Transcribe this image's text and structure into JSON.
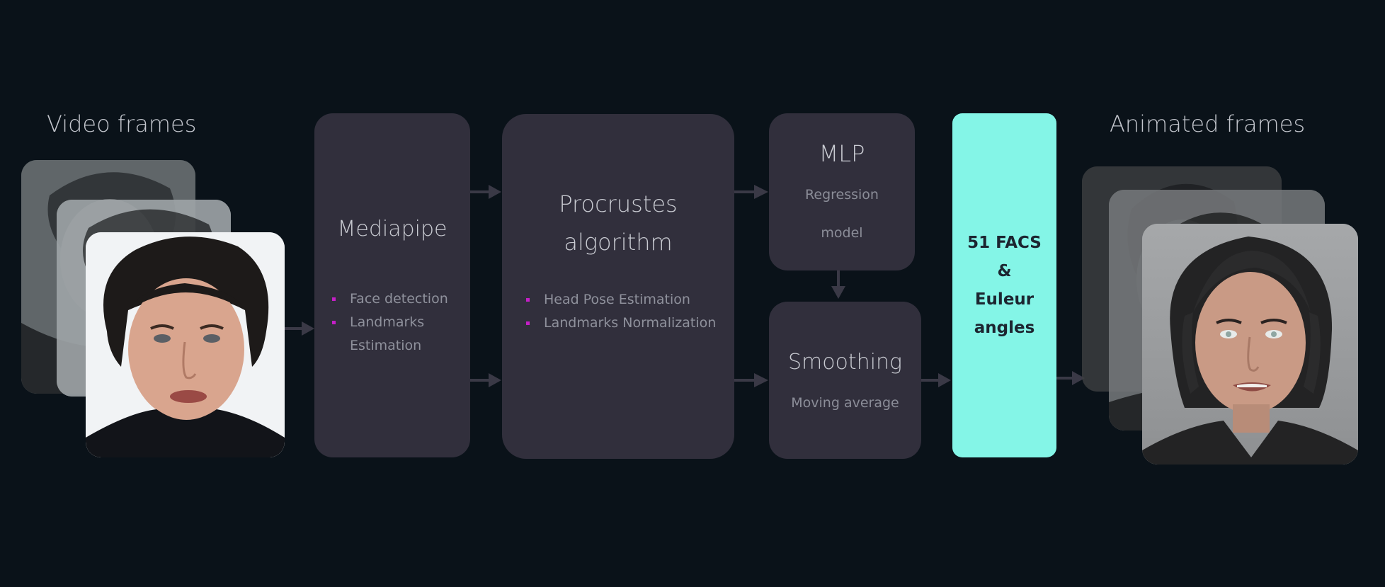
{
  "input_title": "Video frames",
  "output_title": "Animated frames",
  "mediapipe": {
    "title": "Mediapipe",
    "bullets": [
      "Face detection",
      "Landmarks",
      "Estimation"
    ]
  },
  "procrustes": {
    "title_line1": "Procrustes",
    "title_line2": "algorithm",
    "bullets": [
      "Head Pose Estimation",
      "Landmarks Normalization"
    ]
  },
  "mlp": {
    "title": "MLP",
    "sub_line1": "Regression",
    "sub_line2": "model"
  },
  "smoothing": {
    "title": "Smoothing",
    "sub": "Moving average"
  },
  "facs": {
    "line1": "51 FACS",
    "line2": "&",
    "line3": "Euleur",
    "line4": "angles"
  },
  "colors": {
    "background": "#0a1219",
    "box": "#312f3c",
    "facs_box": "#84f5e7",
    "bullet": "#c51fc7",
    "arrow": "#3a3946"
  }
}
